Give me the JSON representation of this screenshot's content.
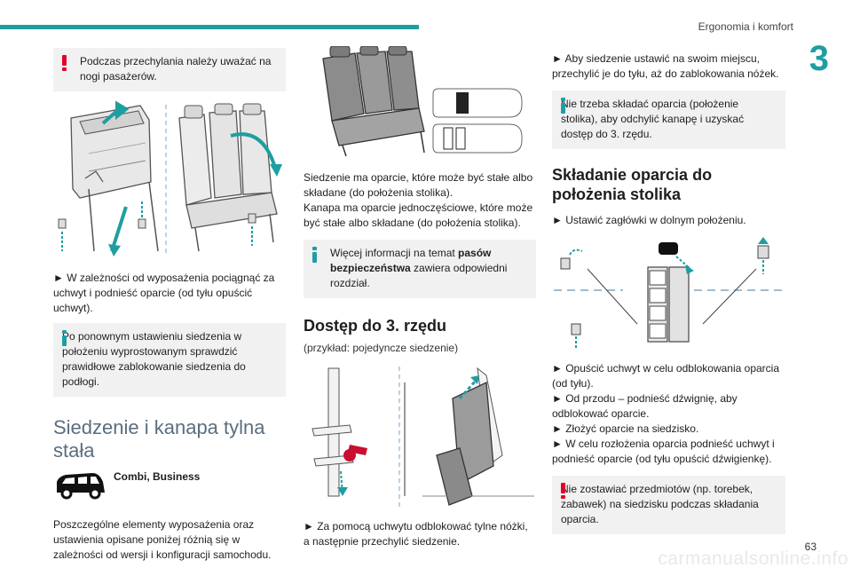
{
  "header": {
    "title": "Ergonomia i komfort",
    "chapter": "3",
    "page_number": "63"
  },
  "watermark": "carmanualsonline.info",
  "colors": {
    "accent": "#1f9ea1",
    "warning": "#e4002b",
    "box_bg": "#f1f1f1",
    "heading_light": "#5a6e80"
  },
  "col1": {
    "warning1": "Podczas przechylania należy uważać na nogi pasażerów.",
    "step1": "► W zależności od wyposażenia pociągnąć za uchwyt i podnieść oparcie (od tyłu opuścić uchwyt).",
    "info1": "Po ponownym ustawieniu siedzenia w położeniu wyprostowanym sprawdzić prawidłowe zablokowanie siedzenia do podłogi.",
    "section_title": "Siedzenie i kanapa tylna stała",
    "versions": "Combi, Business",
    "intro": "Poszczególne elementy wyposażenia oraz ustawienia opisane poniżej różnią się w zależności od wersji i konfiguracji samochodu."
  },
  "col2": {
    "desc": "Siedzenie ma oparcie, które może być stałe albo składane (do położenia stolika).",
    "desc2": "Kanapa ma oparcie jednoczęściowe, które może być stałe albo składane (do położenia stolika).",
    "info_pre": "Więcej informacji na temat ",
    "info_bold": "pasów bezpieczeństwa",
    "info_post": " zawiera odpowiedni rozdział.",
    "heading": "Dostęp do 3. rzędu",
    "subheading": "(przykład: pojedyncze siedzenie)",
    "step": "► Za pomocą uchwytu odblokować tylne nóżki, a następnie przechylić siedzenie."
  },
  "col3": {
    "step_top": "► Aby siedzenie ustawić na swoim miejscu, przechylić je do tyłu, aż do zablokowania nóżek.",
    "info": "Nie trzeba składać oparcia (położenie stolika), aby odchylić kanapę i uzyskać dostęp do 3. rzędu.",
    "heading": "Składanie oparcia do położenia stolika",
    "step_headrest": "► Ustawić zagłówki w dolnym położeniu.",
    "steps": [
      "► Opuścić uchwyt w celu odblokowania oparcia (od tyłu).",
      "► Od przodu – podnieść dźwignię, aby odblokować oparcie.",
      "► Złożyć oparcie na siedzisko.",
      "► W celu rozłożenia oparcia podnieść uchwyt i podnieść oparcie (od tyłu opuścić dźwigienkę)."
    ],
    "warning": "Nie zostawiać przedmiotów (np. torebek, zabawek) na siedzisku podczas składania oparcia."
  }
}
